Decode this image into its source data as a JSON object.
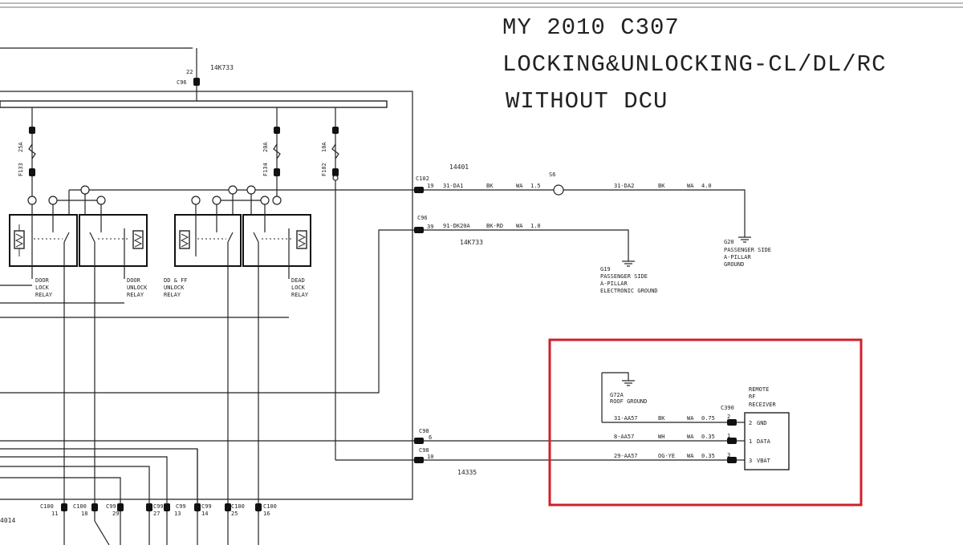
{
  "title": {
    "line1": "MY 2010  C307",
    "line2": "LOCKING&UNLOCKING-CL/DL/RC",
    "line3": "WITHOUT DCU"
  },
  "top_feed": {
    "connector": "C96",
    "pin": "22",
    "circuit": "14K733"
  },
  "fuses": [
    {
      "id": "F133",
      "rating": "25A"
    },
    {
      "id": "F134",
      "rating": "20A"
    },
    {
      "id": "F102",
      "rating": "10A"
    }
  ],
  "relays": [
    {
      "label": [
        "DOOR",
        "LOCK",
        "RELAY"
      ]
    },
    {
      "label": [
        "DOOR",
        "UNLOCK",
        "RELAY"
      ]
    },
    {
      "label": [
        "DD & FF",
        "UNLOCK",
        "RELAY"
      ]
    },
    {
      "label": [
        "DEAD",
        "LOCK",
        "RELAY"
      ]
    }
  ],
  "ground_circuits": [
    {
      "connector": "C102",
      "pin": "19",
      "harness": "14401",
      "splice": "S6",
      "wire1": {
        "code": "31-DA1",
        "color": "BK",
        "type": "WA",
        "size": "1.5"
      },
      "wire2": {
        "code": "31-DA2",
        "color": "BK",
        "type": "WA",
        "size": "4.0"
      },
      "ground": {
        "id": "G20",
        "desc": [
          "PASSENGER SIDE",
          "A-PILLAR",
          "GROUND"
        ]
      }
    },
    {
      "connector": "C96",
      "pin": "39",
      "harness": "14K733",
      "wire1": {
        "code": "91-DK20A",
        "color": "BK-RD",
        "type": "WA",
        "size": "1.0"
      },
      "ground": {
        "id": "G19",
        "desc": [
          "PASSENGER SIDE",
          "A-PILLAR",
          "ELECTRONIC GROUND"
        ]
      }
    }
  ],
  "receiver": {
    "name": [
      "REMOTE",
      "RF",
      "RECEIVER"
    ],
    "connector": "C390",
    "ground": {
      "id": "G72A",
      "desc": "ROOF GROUND"
    },
    "pins": [
      {
        "num": "2",
        "name": "GND",
        "code": "31-AA57",
        "color": "BK",
        "type": "WA",
        "size": "0.75"
      },
      {
        "num": "1",
        "name": "DATA",
        "code": "8-AA57",
        "color": "WH",
        "type": "WA",
        "size": "0.35"
      },
      {
        "num": "3",
        "name": "VBAT",
        "code": "29-AA57",
        "color": "OG-YE",
        "type": "WA",
        "size": "0.35"
      }
    ],
    "left_connectors": [
      {
        "connector": "C98",
        "pin": "6"
      },
      {
        "connector": "C98",
        "pin": "10"
      }
    ],
    "harness": "14335"
  },
  "bottom_connectors": [
    {
      "connector": "C100",
      "pin": "11"
    },
    {
      "connector": "C100",
      "pin": "18"
    },
    {
      "connector": "C99",
      "pin": "29"
    },
    {
      "connector": "C99",
      "pin": "27"
    },
    {
      "connector": "C99",
      "pin": "13"
    },
    {
      "connector": "C99",
      "pin": "14"
    },
    {
      "connector": "C100",
      "pin": "25"
    },
    {
      "connector": "C100",
      "pin": "16"
    }
  ],
  "bottom_left_label": "4014",
  "highlight_color": "#d21f2a"
}
